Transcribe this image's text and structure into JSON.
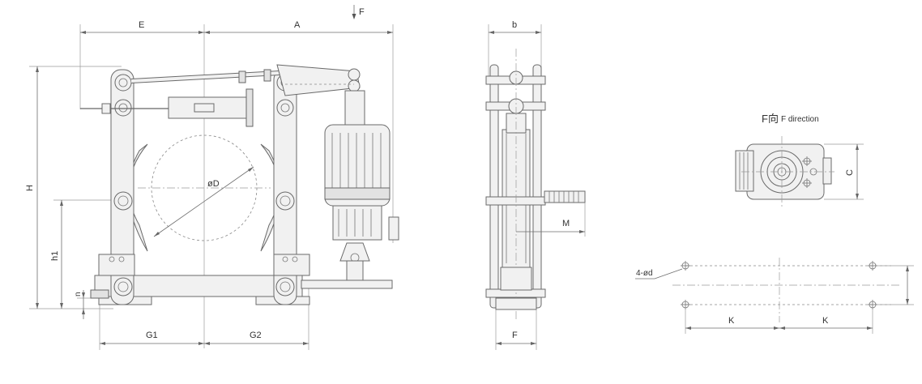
{
  "labels": {
    "E": "E",
    "A": "A",
    "F_arrow": "F",
    "H": "H",
    "h1": "h1",
    "n": "n",
    "G1": "G1",
    "G2": "G2",
    "phiD": "øD",
    "b": "b",
    "M": "M",
    "F_bottom": "F",
    "f_view_cn": "F向",
    "f_view_en": "F direction",
    "C": "C",
    "holes": "4-ød",
    "K_left": "K",
    "K_right": "K"
  },
  "colors": {
    "line": "#6a6a6a",
    "fill": "#f1f1f1",
    "text": "#333333"
  }
}
